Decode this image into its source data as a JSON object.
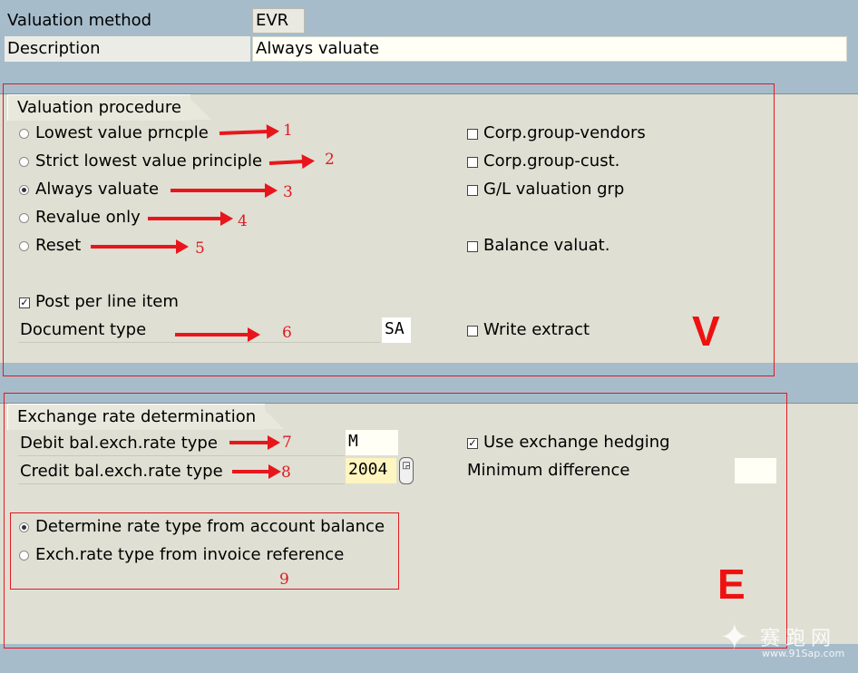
{
  "header": {
    "valuation_method_label": "Valuation method",
    "valuation_method_value": "EVR",
    "description_label": "Description",
    "description_value": "Always valuate"
  },
  "valuation_procedure": {
    "title": "Valuation procedure",
    "options": [
      {
        "label": "Lowest value prncple",
        "selected": false,
        "marker": "1"
      },
      {
        "label": "Strict lowest value principle",
        "selected": false,
        "marker": "2"
      },
      {
        "label": "Always valuate",
        "selected": true,
        "marker": "3"
      },
      {
        "label": "Revalue only",
        "selected": false,
        "marker": "4"
      },
      {
        "label": "Reset",
        "selected": false,
        "marker": "5"
      }
    ],
    "checkboxes": [
      {
        "label": "Corp.group-vendors",
        "checked": false
      },
      {
        "label": "Corp.group-cust.",
        "checked": false
      },
      {
        "label": "G/L valuation grp",
        "checked": false
      },
      {
        "label": "Balance valuat.",
        "checked": false
      }
    ],
    "post_per_line_item_label": "Post per line item",
    "post_per_line_item_checked": true,
    "document_type_label": "Document type",
    "document_type_value": "SA",
    "document_type_marker": "6",
    "write_extract_label": "Write extract",
    "write_extract_checked": false,
    "section_letter": "V"
  },
  "exchange_rate": {
    "title": "Exchange rate determination",
    "debit_label": "Debit bal.exch.rate type",
    "debit_value": "M",
    "debit_marker": "7",
    "credit_label": "Credit bal.exch.rate type",
    "credit_value": "2004",
    "credit_marker": "8",
    "use_hedging_label": "Use exchange hedging",
    "use_hedging_checked": true,
    "min_difference_label": "Minimum difference",
    "min_difference_value": "",
    "rate_options": [
      {
        "label": "Determine rate type from account balance",
        "selected": true
      },
      {
        "label": "Exch.rate type from invoice reference",
        "selected": false
      }
    ],
    "rate_options_marker": "9",
    "section_letter": "E"
  },
  "watermark": {
    "text": "赛跑网",
    "url": "www.91Sap.com"
  },
  "colors": {
    "background": "#a6bccb",
    "group_background": "#dfdfd3",
    "annotation_red": "#e01a22",
    "selected_field": "#fff5c0"
  }
}
